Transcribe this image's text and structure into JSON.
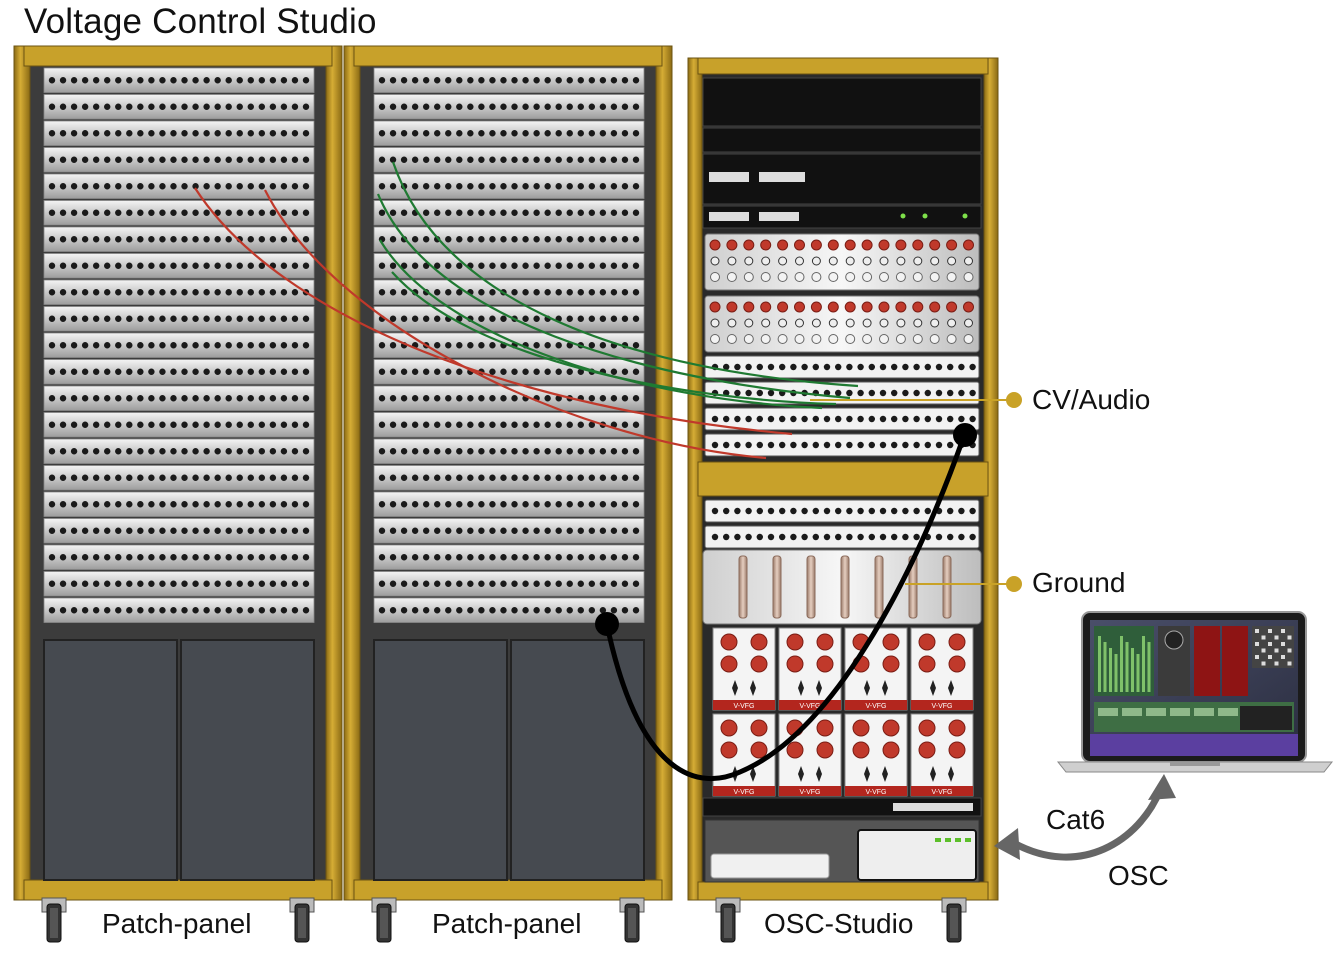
{
  "title": "Voltage Control Studio",
  "racks": [
    {
      "label": "Patch-panel"
    },
    {
      "label": "Patch-panel"
    },
    {
      "label": "OSC-Studio"
    }
  ],
  "callouts": {
    "cv_audio": "CV/Audio",
    "ground": "Ground",
    "cat6": "Cat6",
    "osc": "OSC"
  },
  "module_label": "V-VFG",
  "colors": {
    "rack_frame": "#c8a12a",
    "rack_frame_dark": "#6b5312",
    "panel_metal": "#d9d9d9",
    "jack": "#1a1a1a",
    "cable_red": "#c0392b",
    "cable_green": "#1f7a32",
    "cable_black": "#000000",
    "knob_red": "#c0392b",
    "callout_gold": "#c9a227",
    "arrow_gray": "#666666"
  }
}
